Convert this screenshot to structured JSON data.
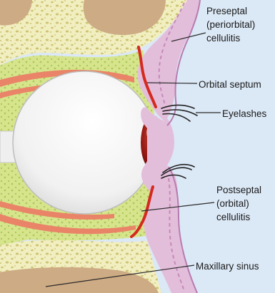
{
  "labels": {
    "preseptal": "Preseptal\n(periorbital)\ncellulitis",
    "orbital_septum": "Orbital septum",
    "eyelashes": "Eyelashes",
    "postseptal": "Postseptal\n(orbital)\ncellulitis",
    "maxillary_sinus": "Maxillary sinus"
  },
  "colors": {
    "background": "#ffffff",
    "sky": "#dbe8f6",
    "bone": "#f1eec0",
    "bone_dots": "#c9bd6a",
    "sinus": "#cdab84",
    "fat": "#d6e58c",
    "fat_dots": "#a9c155",
    "eyelid": "#e3bedb",
    "eyelid_edge": "#b87bb0",
    "septum": "#d42a20",
    "muscle": "#e98468",
    "globe": "#f3f3f3",
    "iris": "#8c1512",
    "leader": "#2a2a2a"
  }
}
